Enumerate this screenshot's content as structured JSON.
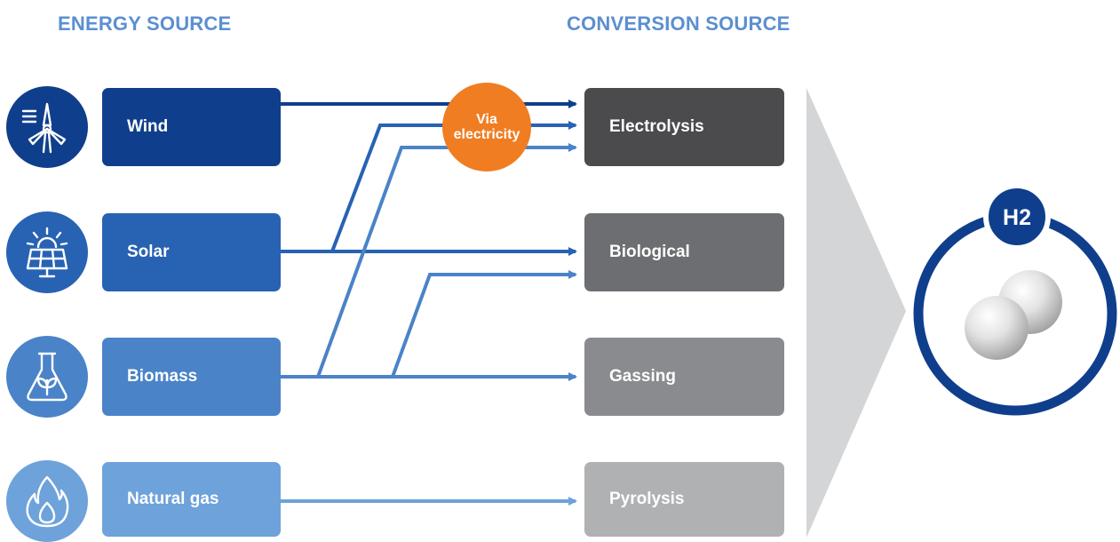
{
  "headers": {
    "energy_source": "ENERGY SOURCE",
    "conversion_source": "CONVERSION SOURCE"
  },
  "sources": [
    {
      "label": "Wind",
      "icon": "wind-turbine-icon",
      "color": "#0f3f8c"
    },
    {
      "label": "Solar",
      "icon": "solar-panel-icon",
      "color": "#2862b3"
    },
    {
      "label": "Biomass",
      "icon": "biomass-flask-icon",
      "color": "#4a83c8"
    },
    {
      "label": "Natural gas",
      "icon": "flame-icon",
      "color": "#6ea2da"
    }
  ],
  "conversions": [
    {
      "label": "Electrolysis",
      "color": "#4b4b4d"
    },
    {
      "label": "Biological",
      "color": "#6d6e71"
    },
    {
      "label": "Gassing",
      "color": "#8a8b8e"
    },
    {
      "label": "Pyrolysis",
      "color": "#b0b1b3"
    }
  ],
  "via_badge": {
    "line1": "Via",
    "line2": "electricity",
    "color": "#f07d22"
  },
  "product": {
    "label": "H2",
    "ring_color": "#0f3f8c",
    "icon": "hydrogen-molecule-icon"
  },
  "funnel_color": "#d4d5d6"
}
